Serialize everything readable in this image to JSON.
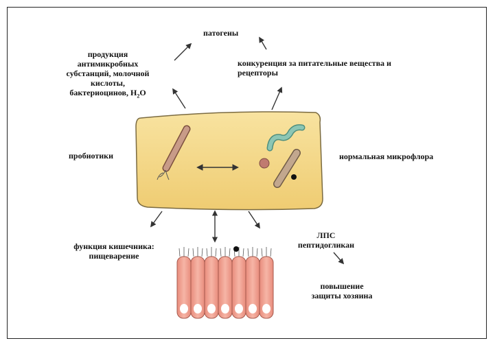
{
  "labels": {
    "pathogens": "патогены",
    "products_1": "продукция",
    "products_2": "антимикробных",
    "products_3": "субстанций,  молочной",
    "products_4": "кислоты,",
    "products_5": "бактериоцинов, H",
    "products_5_sub": "2",
    "products_5_end": "O",
    "competition_1": "конкуренция за питательные вещества и",
    "competition_2": "рецепторы",
    "probiotics": "пробиотики",
    "normal_flora": "нормальная микрофлора",
    "gut_function_1": "функция кишечника:",
    "gut_function_2": "пищеварение",
    "lps_1": "ЛПС",
    "lps_2": "пептидогликан",
    "defense_1": "повышение",
    "defense_2": "защиты хозяина"
  },
  "colors": {
    "lumen_fill": "#f5d98a",
    "lumen_stroke": "#7a6a40",
    "rod_probiotic": "#b98a78",
    "spiral": "#7fb7a6",
    "coccus": "#c07a70",
    "rod_flora": "#b59a80",
    "epithelium": "#f0a89a",
    "arrow": "#333333"
  }
}
